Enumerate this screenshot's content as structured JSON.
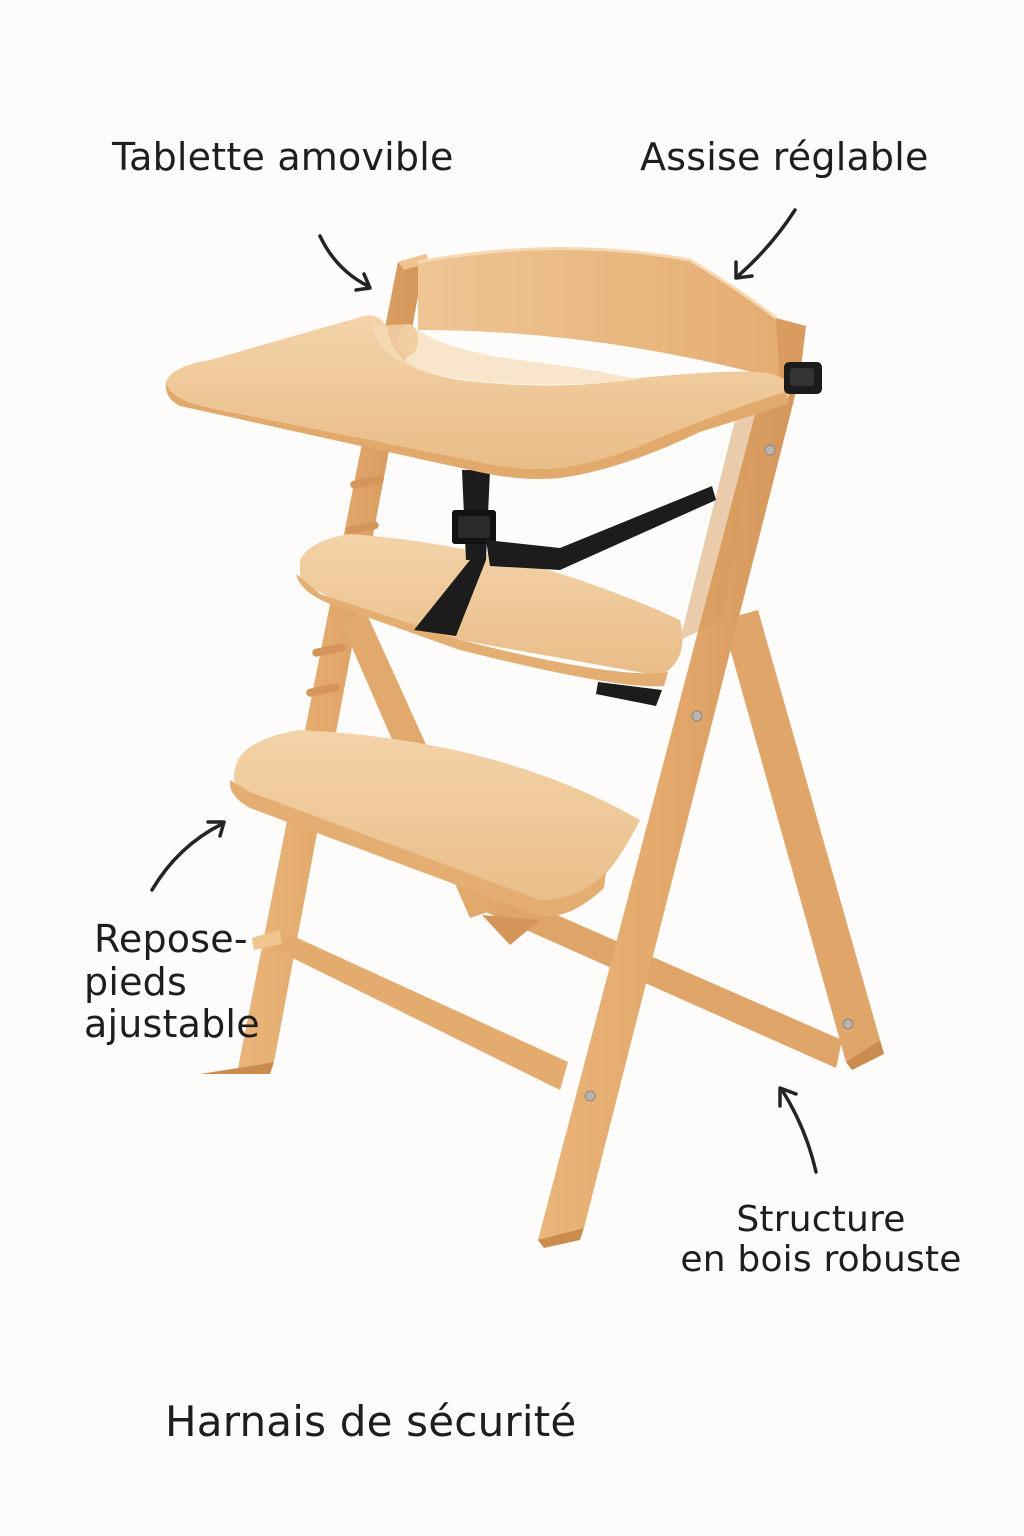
{
  "illustration": {
    "subject": "Chaise haute en bois",
    "colors": {
      "background": "#fdfcfb",
      "wood_light": "#efc796",
      "wood_mid": "#e4ad72",
      "wood_dark": "#c98b4e",
      "harness": "#1c1c1c",
      "text": "#1f1e1d"
    }
  },
  "annotations": {
    "tablette": {
      "label": "Tablette amovible"
    },
    "assise": {
      "label": "Assise réglable"
    },
    "repose_pieds": {
      "line1": "Repose-",
      "line2": "pieds",
      "line3": "ajustable"
    },
    "structure": {
      "line1": "Structure",
      "line2": "en bois robuste"
    },
    "harnais": {
      "label": "Harnais de sécurité"
    }
  }
}
